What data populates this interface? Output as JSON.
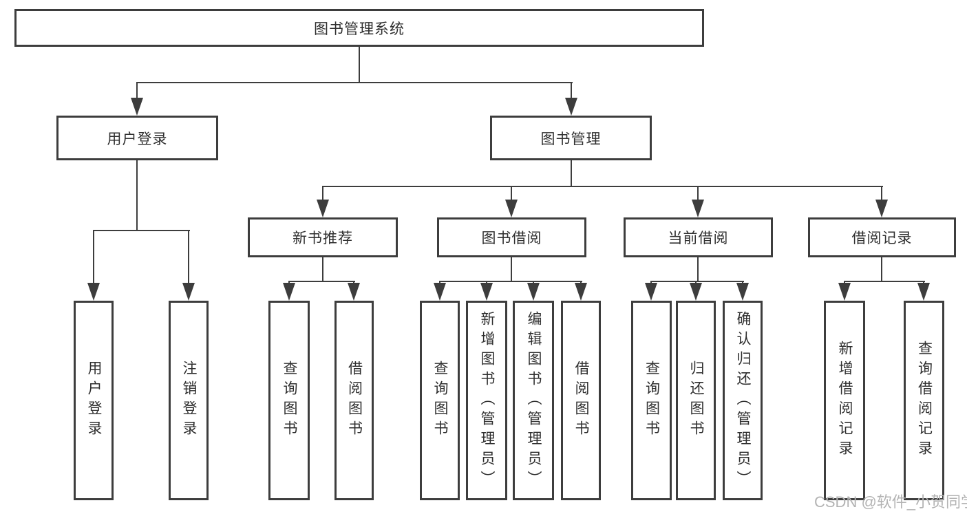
{
  "colors": {
    "stroke": "#3d3d3d",
    "text": "#2f2f2f",
    "watermark": "#b3b3b3",
    "background": "#ffffff"
  },
  "watermark": {
    "text": "CSDN @软件_小贺同学"
  },
  "tree": {
    "root": "图书管理系统",
    "branches": [
      {
        "label": "用户登录",
        "children": [
          {
            "label": "用户登录"
          },
          {
            "label": "注销登录"
          }
        ]
      },
      {
        "label": "图书管理",
        "children": [
          {
            "label": "新书推荐",
            "children": [
              {
                "label": "查询图书"
              },
              {
                "label": "借阅图书"
              }
            ]
          },
          {
            "label": "图书借阅",
            "children": [
              {
                "label": "查询图书"
              },
              {
                "label": "新增图书（管理员）"
              },
              {
                "label": "编辑图书（管理员）"
              },
              {
                "label": "借阅图书"
              }
            ]
          },
          {
            "label": "当前借阅",
            "children": [
              {
                "label": "查询图书"
              },
              {
                "label": "归还图书"
              },
              {
                "label": "确认归还（管理员）"
              }
            ]
          },
          {
            "label": "借阅记录",
            "children": [
              {
                "label": "新增借阅记录"
              },
              {
                "label": "查询借阅记录"
              }
            ]
          }
        ]
      }
    ]
  }
}
